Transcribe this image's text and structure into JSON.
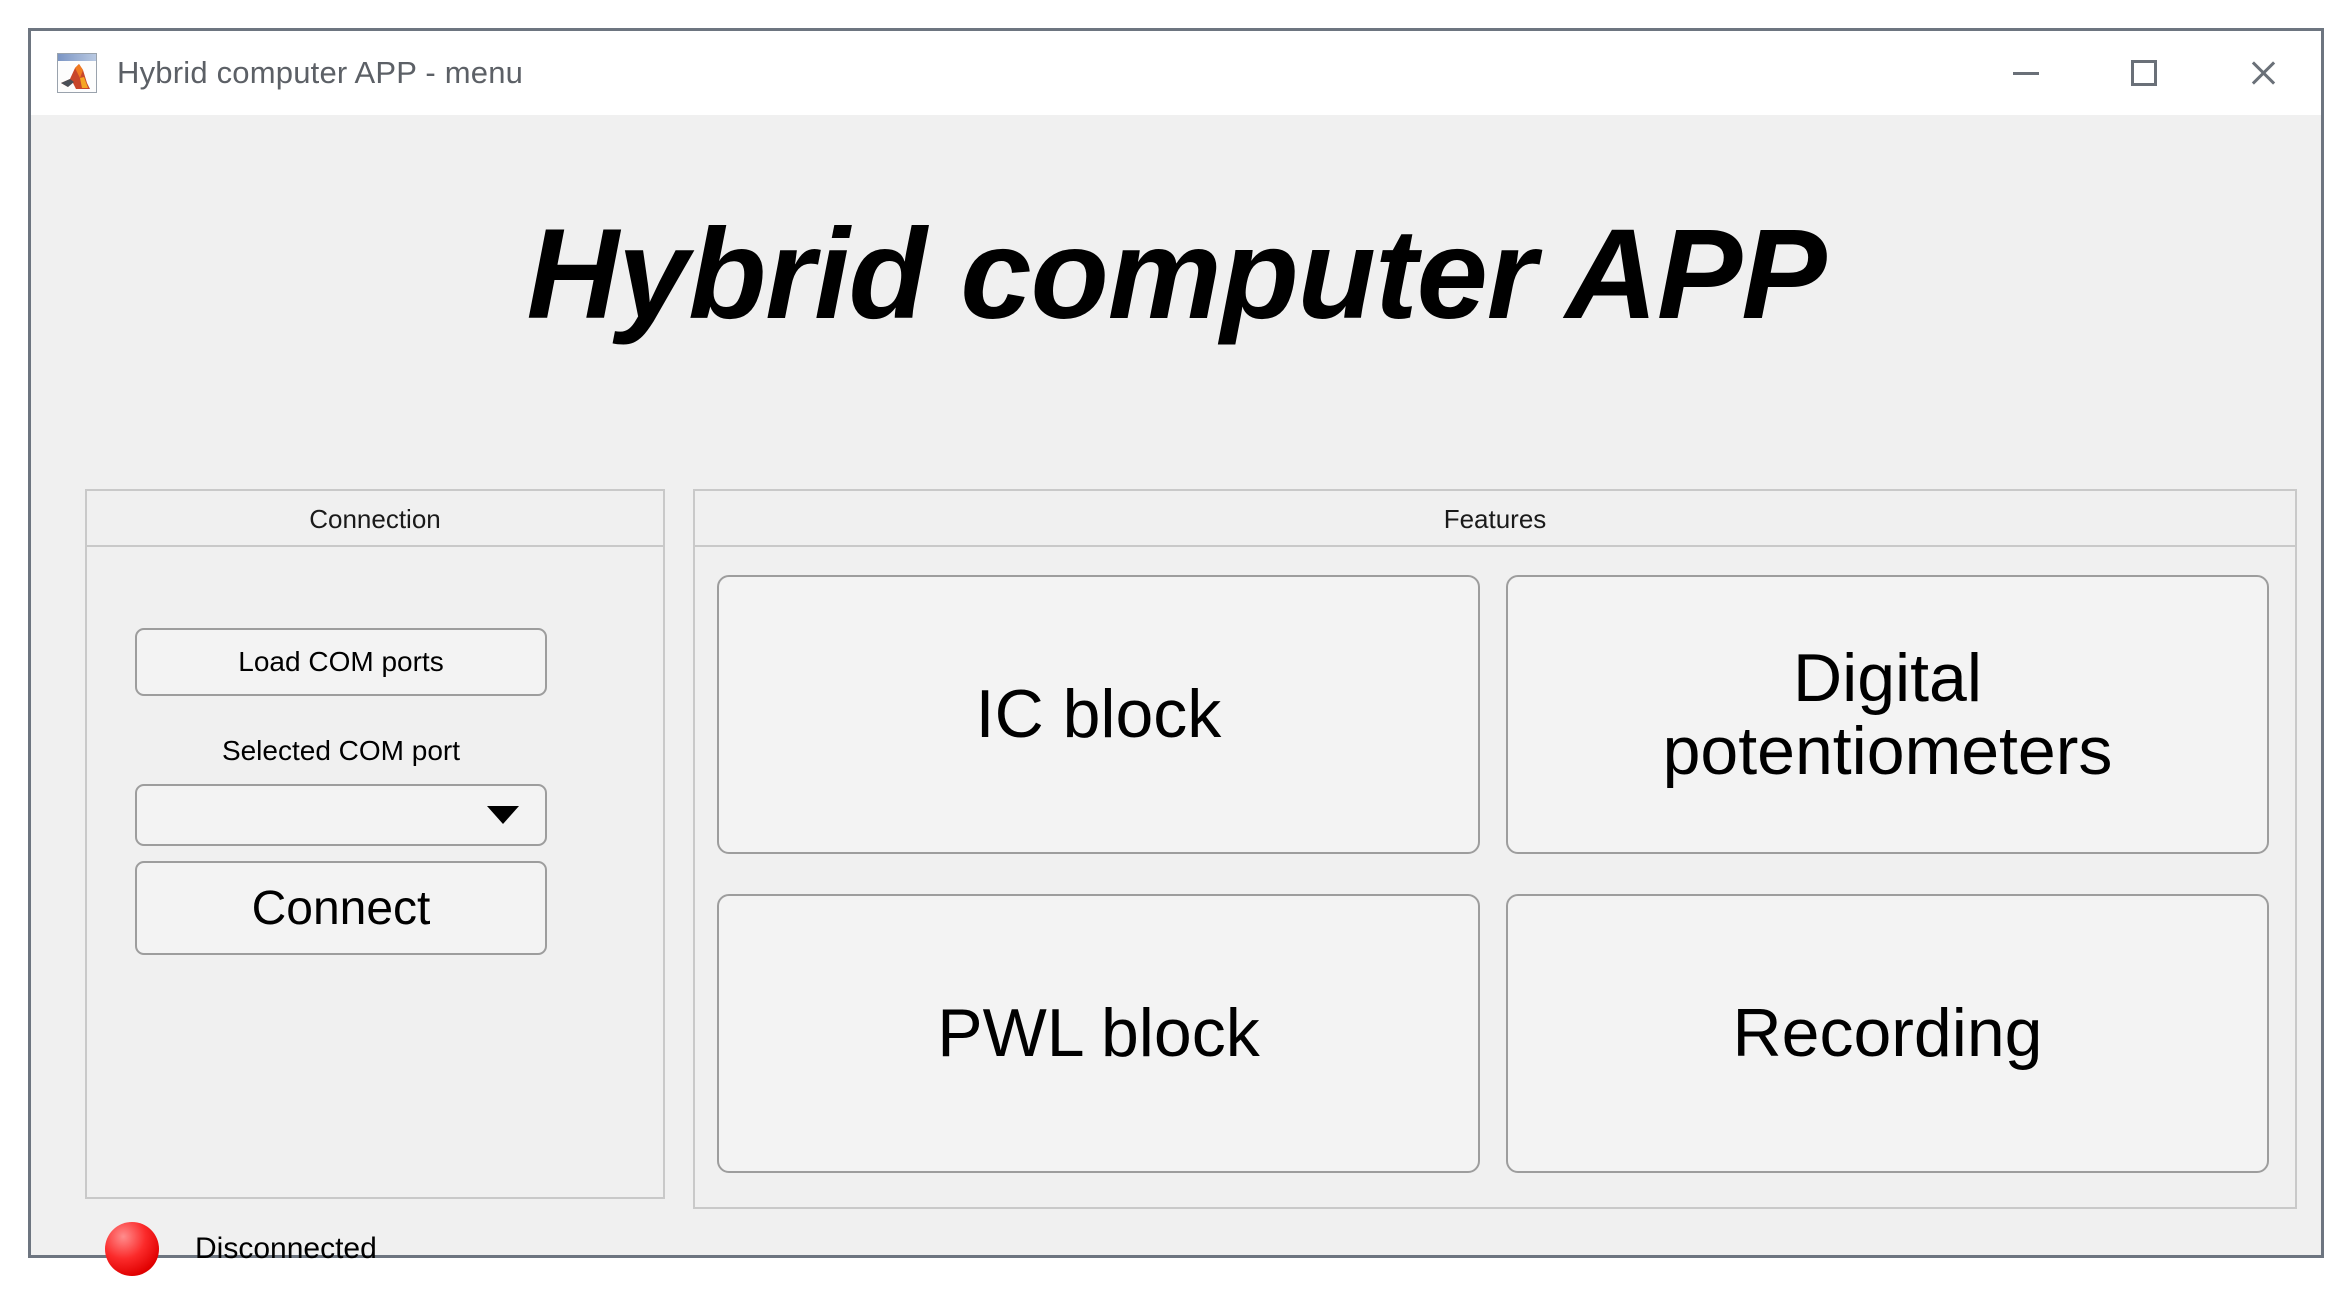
{
  "window": {
    "title": "Hybrid computer APP - menu",
    "app_icon": "matlab-icon",
    "controls": {
      "minimize": "minimize-icon",
      "maximize": "maximize-icon",
      "close": "close-icon"
    }
  },
  "heading": "Hybrid computer APP",
  "connection": {
    "panel_title": "Connection",
    "load_com_ports_label": "Load COM ports",
    "selected_com_port_label": "Selected COM port",
    "selected_com_port_value": "",
    "dropdown_icon": "chevron-down-icon",
    "connect_label": "Connect"
  },
  "features": {
    "panel_title": "Features",
    "buttons": [
      {
        "label": "IC block"
      },
      {
        "label": "Digital\npotentiometers"
      },
      {
        "label": "PWL block"
      },
      {
        "label": "Recording"
      }
    ]
  },
  "status": {
    "lamp": "red-led-icon",
    "color": "#f01010",
    "text": "Disconnected"
  }
}
